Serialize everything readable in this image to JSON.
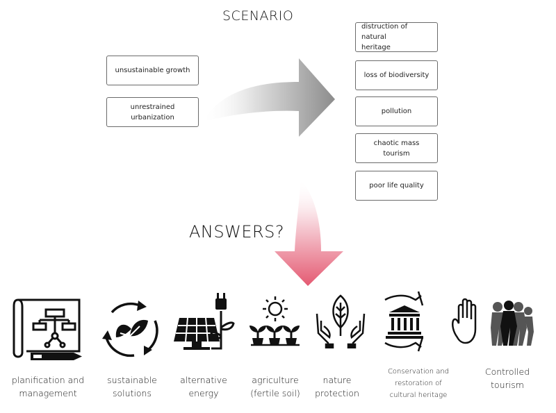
{
  "scenario": {
    "title": "SCENARIO",
    "causes": [
      "unsustainable growth",
      "unrestrained urbanization"
    ],
    "effects": [
      "distruction of natural heritage",
      "loss of biodiversity",
      "pollution",
      "chaotic mass tourism",
      "poor life quality"
    ]
  },
  "answers": {
    "title": "ANSWERS?",
    "items": [
      {
        "label": "planification and management",
        "icon": "blueprint-icon"
      },
      {
        "label": "sustainable solutions",
        "icon": "recycle-leaf-icon"
      },
      {
        "label": "alternative energy",
        "icon": "solar-panel-icon"
      },
      {
        "label": "agriculture (fertile soil)",
        "icon": "sprout-sun-icon"
      },
      {
        "label": "nature protection",
        "icon": "hands-leaf-icon"
      },
      {
        "label": "Conservation and restoration of cultural heritage",
        "icon": "temple-hands-icon"
      },
      {
        "label": "Controlled tourism",
        "icon": "stop-hand-crowd-icon"
      }
    ]
  },
  "colors": {
    "arrow_gray": "#8c8c8c",
    "arrow_pink": "#e45a72",
    "box_border": "#6a6a6a"
  }
}
